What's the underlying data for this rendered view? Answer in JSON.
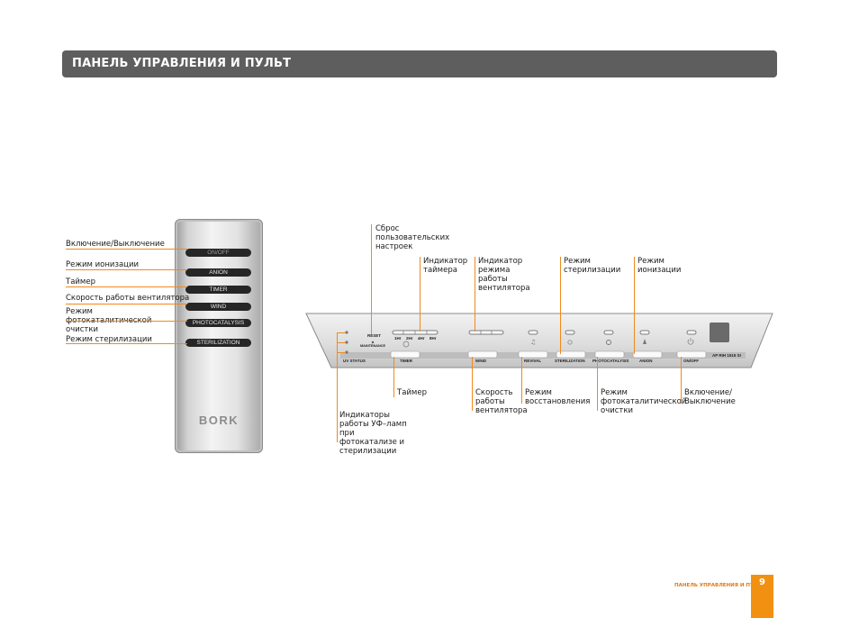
{
  "header": {
    "title": "ПАНЕЛЬ УПРАВЛЕНИЯ И ПУЛЬТ"
  },
  "remote": {
    "labels": [
      "Включение/Выключение",
      "Режим ионизации",
      "Таймер",
      "Скорость работы вентилятора",
      "Режим фотокаталитической очистки",
      "Режим стерилизации"
    ],
    "buttons": [
      "ON/OFF",
      "ANION",
      "TIMER",
      "WIND",
      "PHOTOCATALYSIS",
      "STERILIZATION"
    ],
    "brand": "BORK"
  },
  "panel": {
    "top_labels": {
      "reset": "Сброс пользовательских настроек",
      "timer_indicator": "Индикатор таймера",
      "fan_indicator": "Индикатор режима работы вентилятора",
      "sterilization": "Режим стерилизации",
      "ionization": "Режим ионизации"
    },
    "bottom_labels": {
      "timer": "Таймер",
      "fan_speed": "Скорость работы вентилятора",
      "revival": "Режим восстановления",
      "photocatalysis": "Режим фотокаталитической очистки",
      "power": "Включение/ Выключение",
      "uv": "Индикаторы работы УФ–ламп при фотокатализе и стерилизации"
    },
    "printed": {
      "reset": "RESET",
      "maintenance": "MAINTENANCE",
      "timer_hours": [
        "1Hr",
        "2Hr",
        "4Hr",
        "8Hr"
      ],
      "uv_status": "UV STATUS",
      "timer": "TIMER",
      "wind": "WIND",
      "revival": "REVIVAL",
      "sterilization": "STERILIZATION",
      "photocatalysis": "PHOTOCATALYSIS",
      "anion": "ANION",
      "onoff": "ON/OFF",
      "model": "AP RIH 1515 SI"
    }
  },
  "footer": {
    "section": "ПАНЕЛЬ УПРАВЛЕНИЯ И ПУЛЬТ",
    "page": "9"
  },
  "colors": {
    "accent": "#f08a1c",
    "header_bg": "#5e5e5e"
  }
}
